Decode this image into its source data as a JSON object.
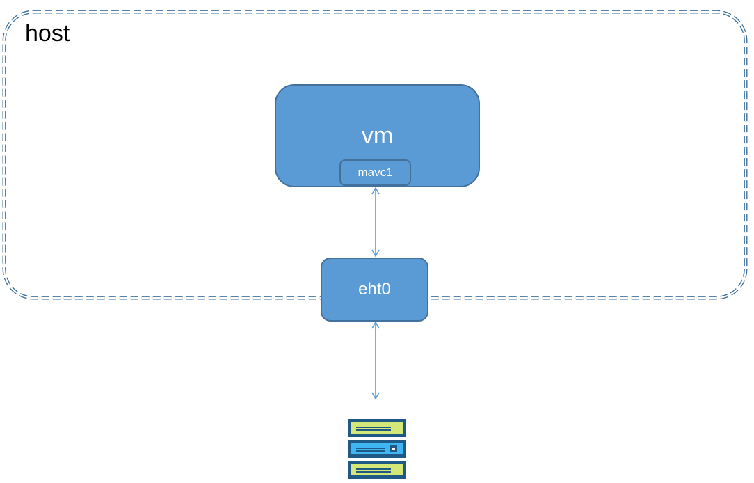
{
  "host": {
    "label": "host"
  },
  "vm": {
    "label": "vm",
    "nic_label": "mavc1"
  },
  "eth": {
    "label": "eht0"
  },
  "colors": {
    "node_fill": "#5b9bd5",
    "node_border": "#41719c",
    "host_border": "#41719c",
    "arrow": "#5b9bd5",
    "server_frame": "#1f5a86",
    "server_bay_green": "#d3e876",
    "server_bay_blue": "#3fb6f2"
  },
  "icons": {
    "server": "server-rack-icon"
  }
}
